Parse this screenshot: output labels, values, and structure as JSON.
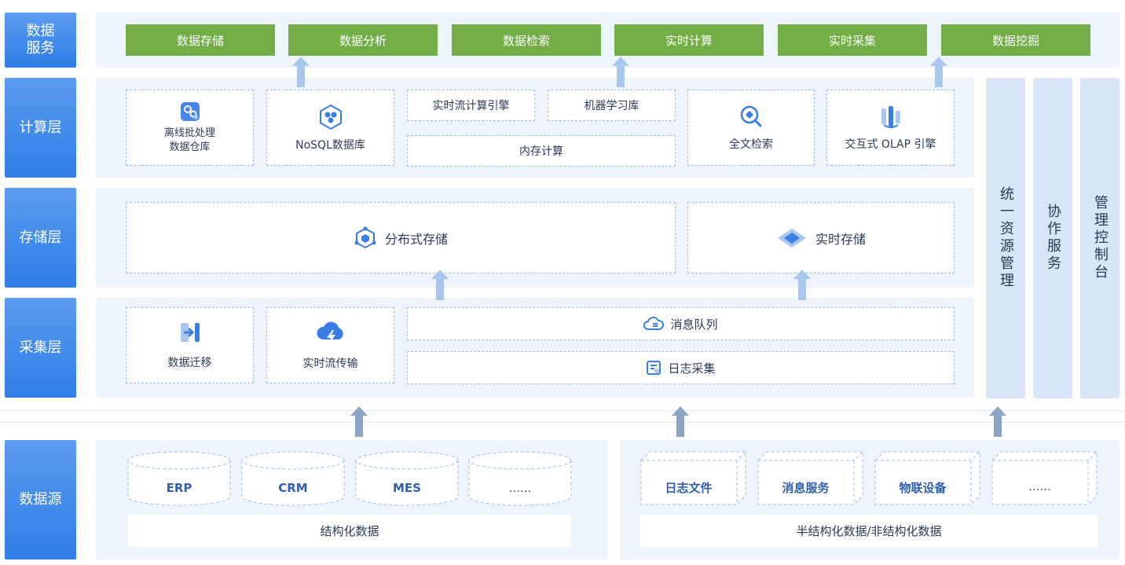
{
  "layers": {
    "service": "数据\n服务",
    "compute": "计算层",
    "storage": "存储层",
    "collect": "采集层",
    "source": "数据源"
  },
  "services": [
    "数据存储",
    "数据分析",
    "数据检索",
    "实时计算",
    "实时采集",
    "数据挖掘"
  ],
  "compute": {
    "batch": {
      "line1": "离线批处理",
      "line2": "数据仓库",
      "icon": "batch-processing-icon"
    },
    "nosql": {
      "label": "NoSQL数据库",
      "icon": "nosql-database-icon"
    },
    "stream": "实时流计算引擎",
    "ml": "机器学习库",
    "memory": "内存计算",
    "fulltext": {
      "label": "全文检索",
      "icon": "search-icon"
    },
    "olap": {
      "label": "交互式 OLAP 引擎",
      "icon": "olap-engine-icon"
    }
  },
  "storage": {
    "distributed": {
      "label": "分布式存储",
      "icon": "cube-network-icon"
    },
    "realtime": {
      "label": "实时存储",
      "icon": "diamond-layers-icon"
    }
  },
  "collect": {
    "migration": {
      "label": "数据迁移",
      "icon": "migration-icon"
    },
    "streaming": {
      "label": "实时流传输",
      "icon": "cloud-lightning-icon"
    },
    "mq": {
      "label": "消息队列",
      "icon": "cloud-queue-icon"
    },
    "log": {
      "label": "日志采集",
      "icon": "log-document-icon"
    }
  },
  "side": {
    "resource": "统一资源管理",
    "collab": "协作服务",
    "console": "管理控制台"
  },
  "sources": {
    "structured": {
      "items": [
        "ERP",
        "CRM",
        "MES",
        "......"
      ],
      "caption": "结构化数据"
    },
    "semi": {
      "items": [
        "日志文件",
        "消息服务",
        "物联设备",
        "......"
      ],
      "caption": "半结构化数据/非结构化数据"
    }
  },
  "colors": {
    "layer": "#2f7de6",
    "green": "#72ad45",
    "panel": "#eef4fb",
    "arrow": "#a9c6ef",
    "arrow_dark": "#8ea4c4"
  }
}
